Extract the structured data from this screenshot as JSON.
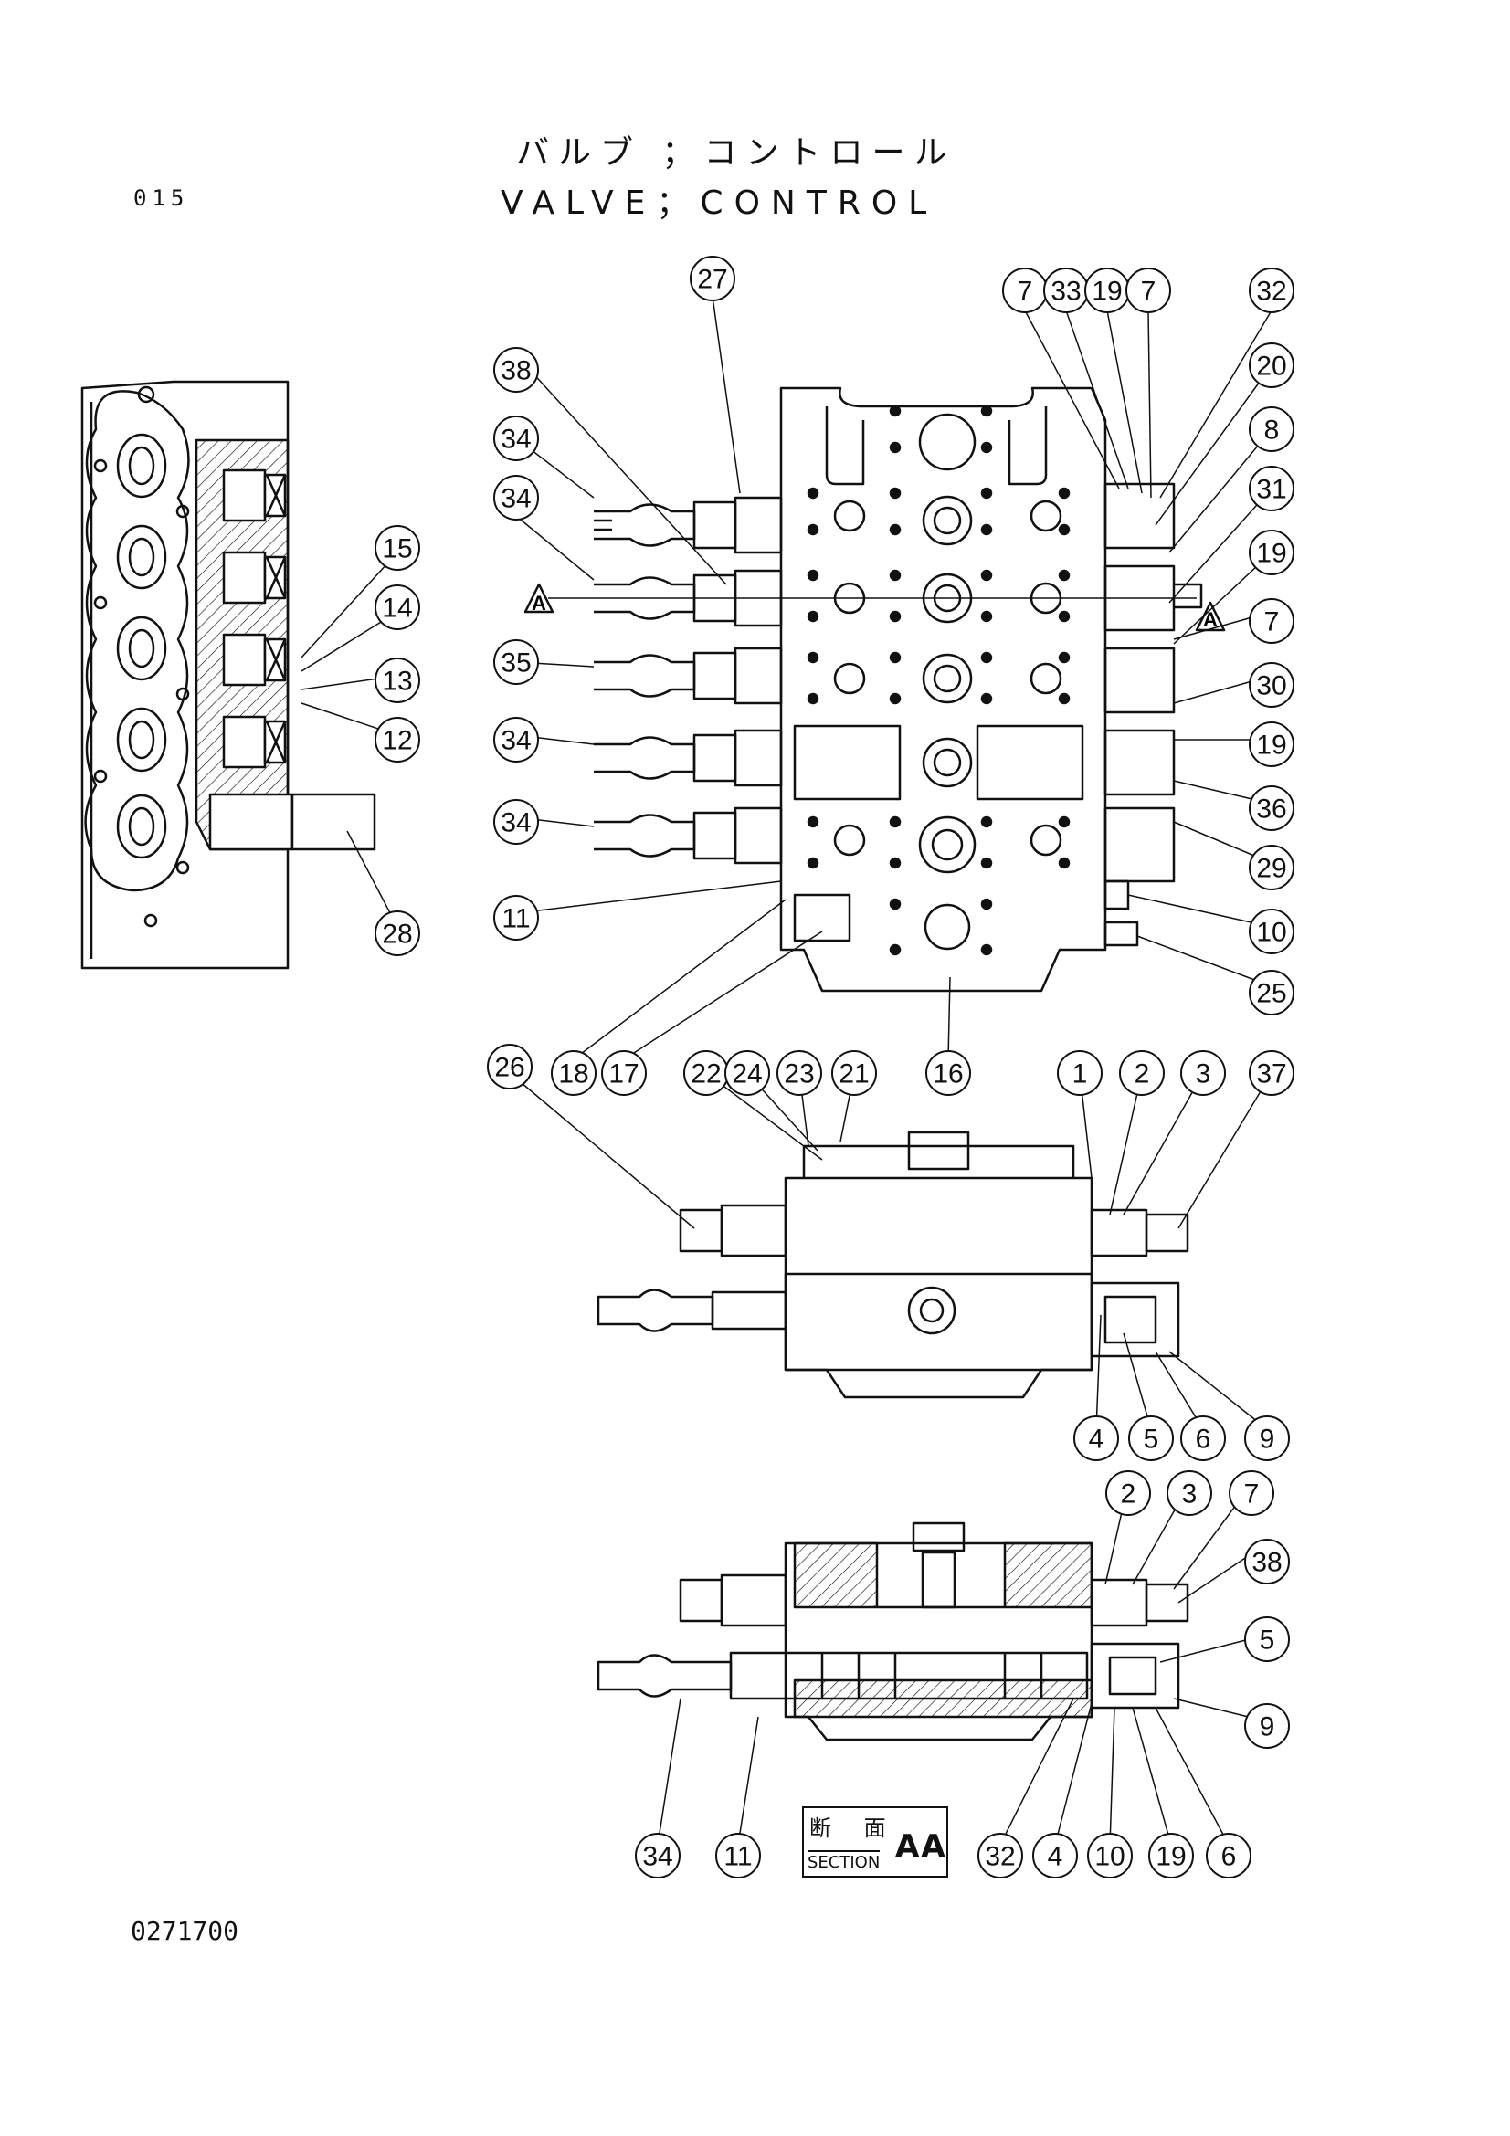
{
  "header": {
    "page_number": "015",
    "title_jp": "バルブ ；コントロール",
    "title_en": "VALVE；CONTROL"
  },
  "section_label": {
    "jp": "断 面",
    "en": "SECTION",
    "suffix": "AA"
  },
  "section_marker": "A",
  "drawing_code": "0271700",
  "callouts": [
    "27",
    "38",
    "34",
    "34",
    "35",
    "34",
    "34",
    "11",
    "18",
    "17",
    "16",
    "7",
    "33",
    "19",
    "7",
    "32",
    "20",
    "8",
    "31",
    "19",
    "7",
    "30",
    "19",
    "36",
    "29",
    "10",
    "25",
    "15",
    "14",
    "13",
    "12",
    "28",
    "26",
    "22",
    "24",
    "23",
    "21",
    "1",
    "2",
    "3",
    "37",
    "4",
    "5",
    "6",
    "9",
    "2",
    "3",
    "7",
    "38",
    "5",
    "9",
    "34",
    "11",
    "32",
    "4",
    "10",
    "19",
    "6"
  ]
}
